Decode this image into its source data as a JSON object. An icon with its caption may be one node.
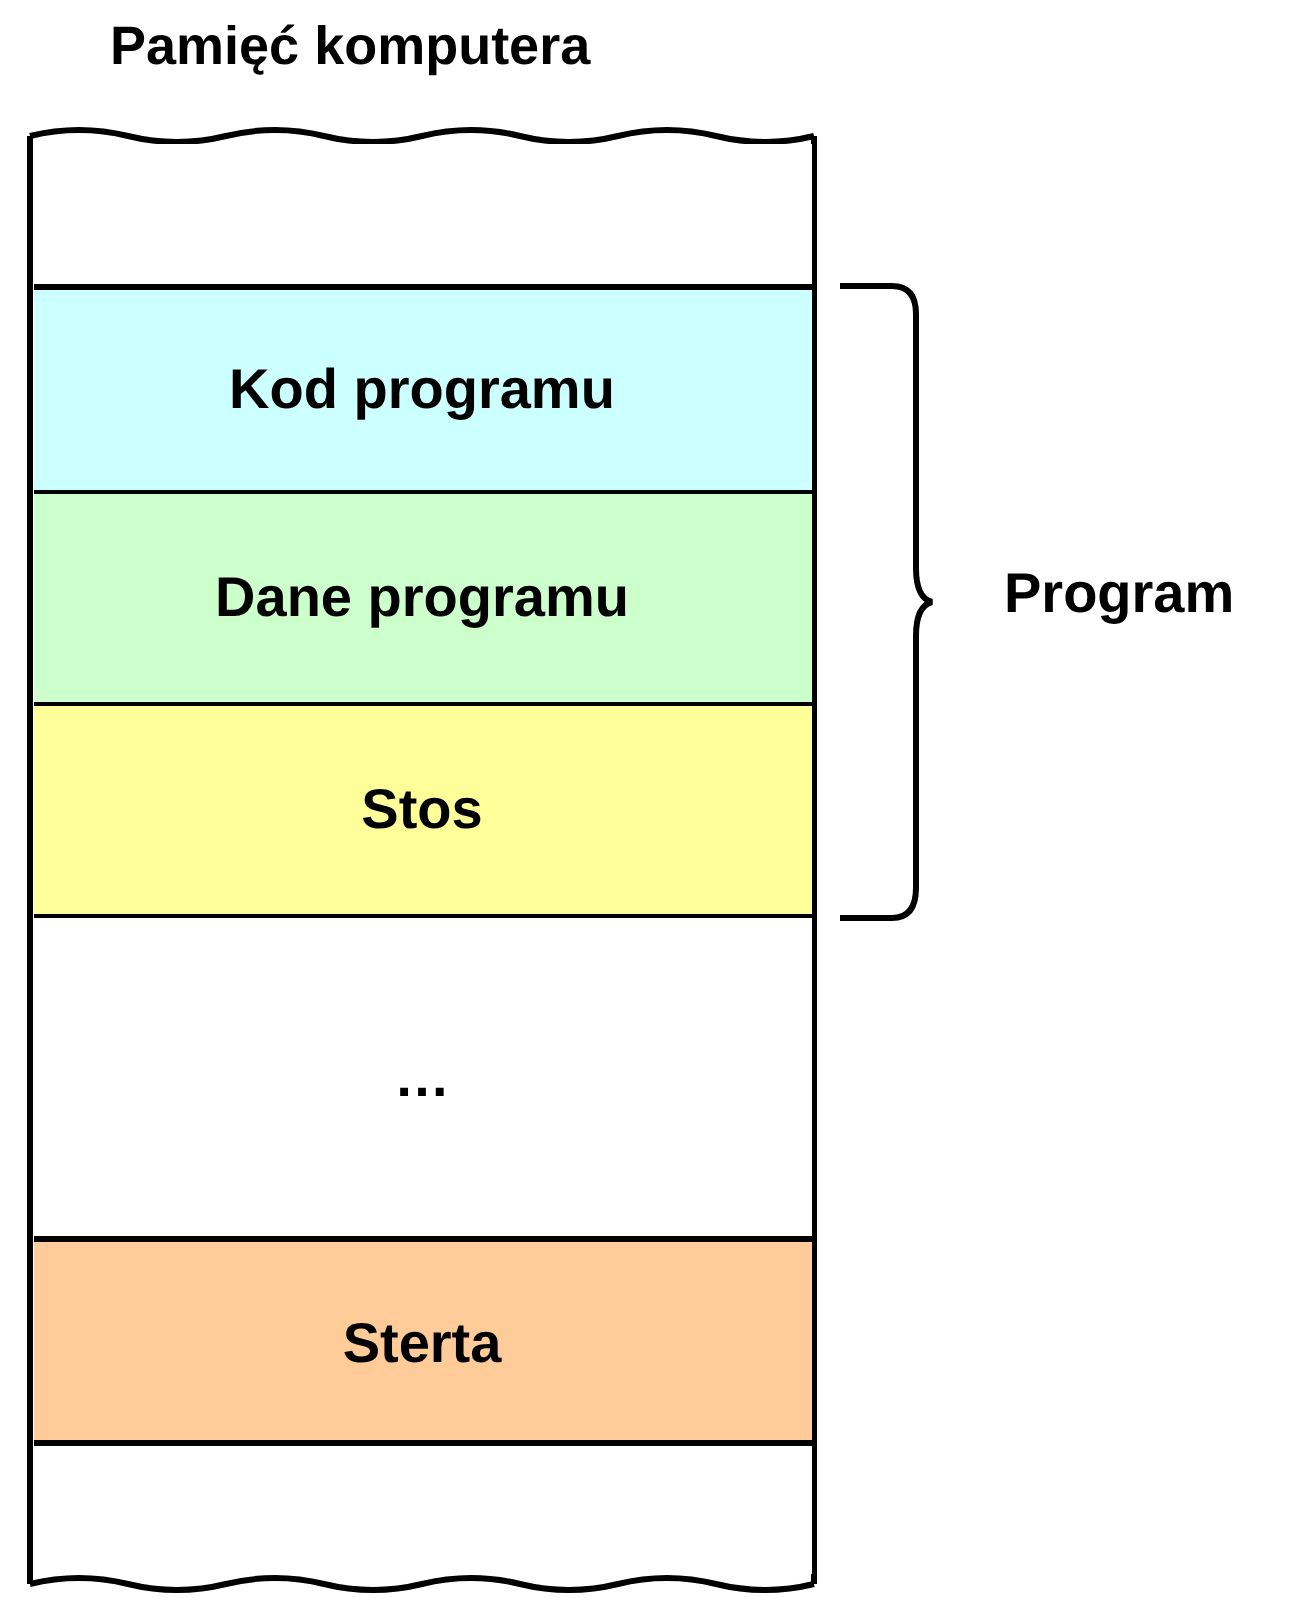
{
  "diagram": {
    "nodes": [
      {
        "text": [
          "Pamięć komputera"
        ]
      },
      {
        "text": [],
        "shape": "box",
        "in": 0
      },
      {
        "text": [
          "Kod programu"
        ],
        "in": 0
      },
      {
        "text": [
          "Dane programu"
        ],
        "in": 0
      },
      {
        "text": [
          "Stos"
        ],
        "in": 0
      },
      {
        "text": [
          "…"
        ],
        "in": 0
      },
      {
        "text": [
          "Sterta"
        ],
        "in": 0
      },
      {
        "text": [],
        "shape": "box",
        "in": 0
      }
    ],
    "edges": [],
    "labels": [
      "Program"
    ]
  }
}
